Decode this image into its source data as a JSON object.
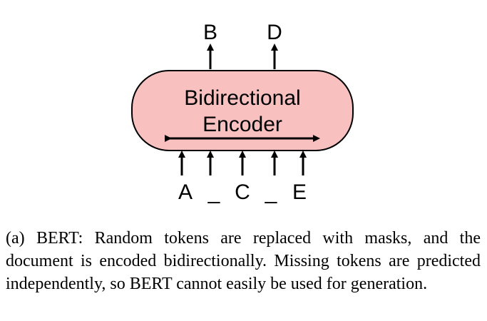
{
  "diagram": {
    "block_label_line1": "Bidirectional",
    "block_label_line2": "Encoder",
    "block_fill": "#f9c0c0",
    "outputs": [
      "B",
      "D"
    ],
    "inputs": [
      "A",
      "_",
      "C",
      "_",
      "E"
    ]
  },
  "caption": "(a) BERT: Random tokens are replaced with masks, and the document is encoded bidirectionally. Missing tokens are predicted independently, so BERT cannot easily be used for generation."
}
